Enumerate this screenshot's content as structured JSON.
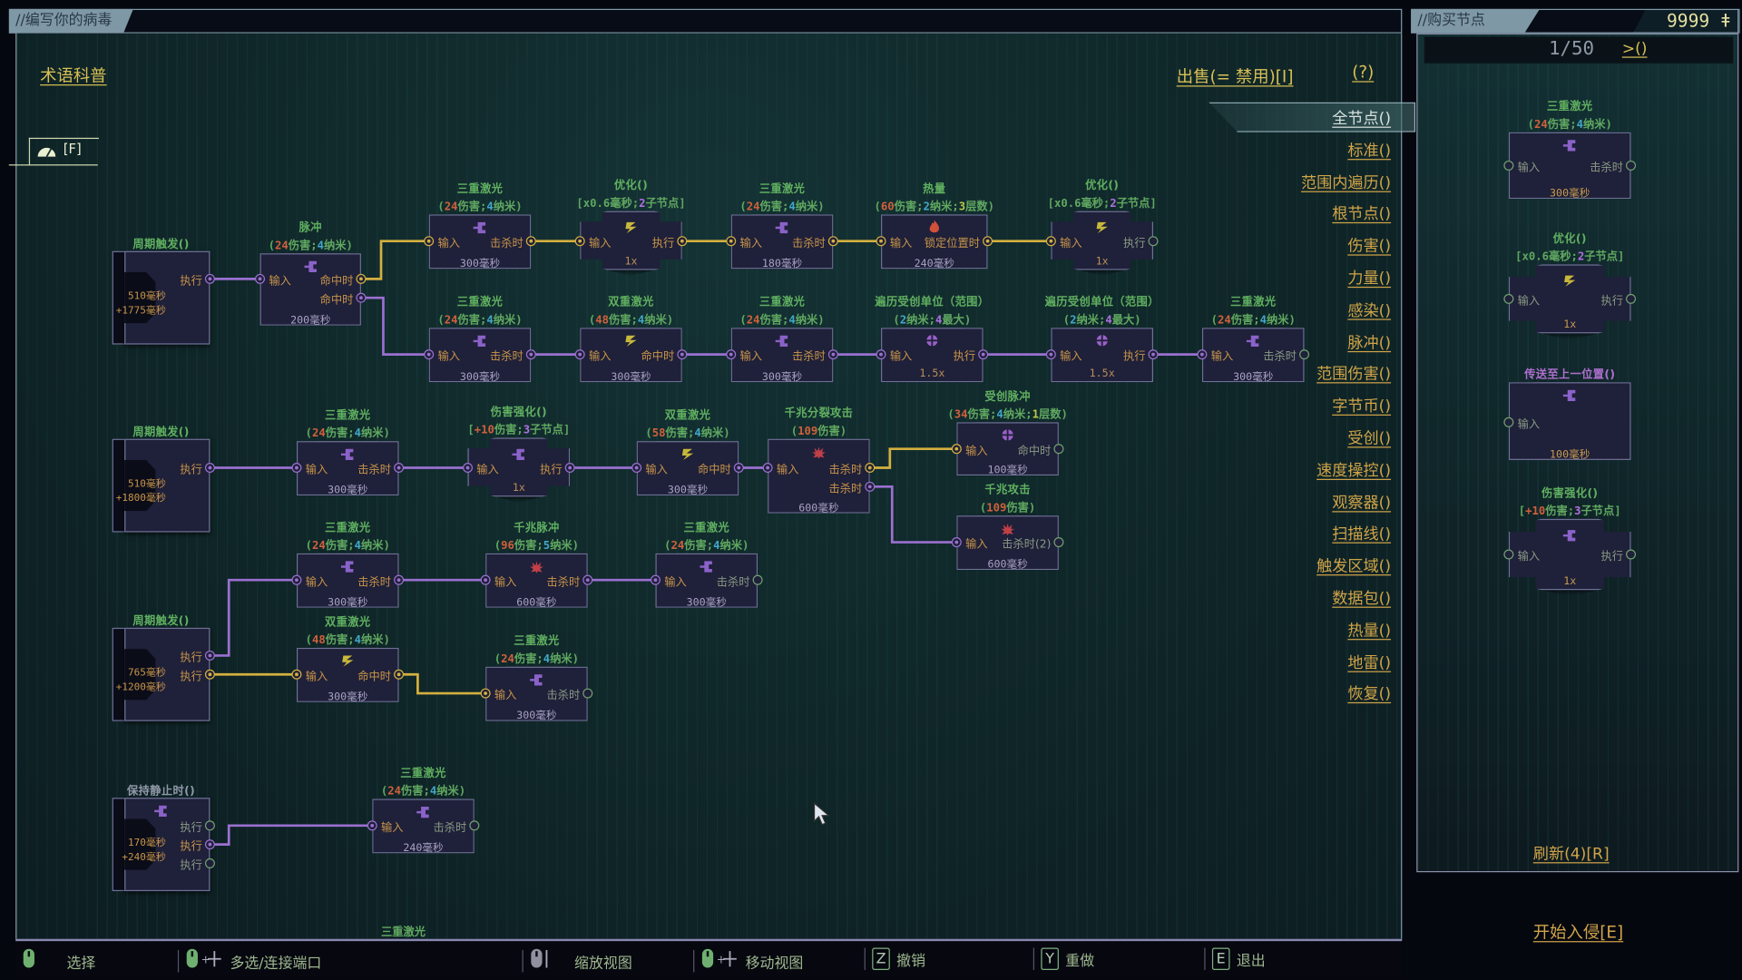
{
  "editor": {
    "tab_title": "//编写你的病毒",
    "glossary_link": "术语科普",
    "sell_link": "出售(= 禁用)[I]",
    "help_link": "(?)",
    "view_toggle_key": "[F]",
    "view_toggle_icon": "gauge-icon"
  },
  "menu": {
    "items": [
      "全节点()",
      "标准()",
      "范围内遍历()",
      "根节点()",
      "伤害()",
      "力量()",
      "感染()",
      "脉冲()",
      "范围伤害()",
      "字节币()",
      "受创()",
      "速度操控()",
      "观察器()",
      "扫描线()",
      "触发区域()",
      "数据包()",
      "热量()",
      "地雷()",
      "恢复()"
    ],
    "active_index": 0
  },
  "canvas": {
    "nodes": [
      {
        "title": "周期触发()",
        "kind": "trigger",
        "outputs": [
          "执行"
        ],
        "values": [
          "510毫秒",
          "+1775毫秒"
        ]
      },
      {
        "title": "脉冲",
        "stats": [
          [
            "(",
            ""
          ],
          [
            "24",
            "d"
          ],
          [
            "伤害;",
            ""
          ],
          [
            "4",
            "n"
          ],
          [
            "纳米)",
            ""
          ]
        ],
        "icon": "split-icon",
        "inputs": [
          "输入"
        ],
        "outputs": [
          "命中时",
          "命中时"
        ],
        "value": "200毫秒"
      },
      {
        "title": "三重激光",
        "stats": [
          [
            "(",
            ""
          ],
          [
            "24",
            "d"
          ],
          [
            "伤害;",
            ""
          ],
          [
            "4",
            "n"
          ],
          [
            "纳米)",
            ""
          ]
        ],
        "icon": "split-icon",
        "inputs": [
          "输入"
        ],
        "outputs": [
          "击杀时"
        ],
        "value": "300毫秒"
      },
      {
        "title": "优化()",
        "stats": [
          [
            "[x0.6毫秒;",
            ""
          ],
          [
            "2",
            "c"
          ],
          [
            "子节点]",
            ""
          ]
        ],
        "icon": "bolt-icon",
        "inputs": [
          "输入"
        ],
        "outputs": [
          "执行"
        ],
        "value": "1x"
      },
      {
        "title": "三重激光",
        "stats": [
          [
            "(",
            ""
          ],
          [
            "24",
            "d"
          ],
          [
            "伤害;",
            ""
          ],
          [
            "4",
            "n"
          ],
          [
            "纳米)",
            ""
          ]
        ],
        "icon": "split-icon",
        "inputs": [
          "输入"
        ],
        "outputs": [
          "击杀时"
        ],
        "value": "180毫秒"
      },
      {
        "title": "热量",
        "stats": [
          [
            "(",
            ""
          ],
          [
            "60",
            "d"
          ],
          [
            "伤害;",
            ""
          ],
          [
            "2",
            "n"
          ],
          [
            "纳米;",
            ""
          ],
          [
            "3",
            "l"
          ],
          [
            "层数)",
            ""
          ]
        ],
        "icon": "fire-icon",
        "inputs": [
          "输入"
        ],
        "outputs": [
          "锁定位置时"
        ],
        "value": "240毫秒"
      },
      {
        "title": "优化()",
        "stats": [
          [
            "[x0.6毫秒;",
            ""
          ],
          [
            "2",
            "c"
          ],
          [
            "子节点]",
            ""
          ]
        ],
        "icon": "bolt-icon",
        "inputs": [
          "输入"
        ],
        "outputs": [
          "执行"
        ],
        "value": "1x"
      },
      {
        "title": "三重激光",
        "stats": [
          [
            "(",
            ""
          ],
          [
            "24",
            "d"
          ],
          [
            "伤害;",
            ""
          ],
          [
            "4",
            "n"
          ],
          [
            "纳米)",
            ""
          ]
        ],
        "icon": "split-icon",
        "inputs": [
          "输入"
        ],
        "outputs": [
          "击杀时"
        ],
        "value": "300毫秒"
      },
      {
        "title": "双重激光",
        "stats": [
          [
            "(",
            ""
          ],
          [
            "48",
            "d"
          ],
          [
            "伤害;",
            ""
          ],
          [
            "4",
            "n"
          ],
          [
            "纳米)",
            ""
          ]
        ],
        "icon": "bolt-icon",
        "inputs": [
          "输入"
        ],
        "outputs": [
          "命中时"
        ],
        "value": "300毫秒"
      },
      {
        "title": "三重激光",
        "stats": [
          [
            "(",
            ""
          ],
          [
            "24",
            "d"
          ],
          [
            "伤害;",
            ""
          ],
          [
            "4",
            "n"
          ],
          [
            "纳米)",
            ""
          ]
        ],
        "icon": "split-icon",
        "inputs": [
          "输入"
        ],
        "outputs": [
          "击杀时"
        ],
        "value": "300毫秒"
      },
      {
        "title": "遍历受创单位（范围）",
        "stats": [
          [
            "(",
            ""
          ],
          [
            "2",
            "n"
          ],
          [
            "纳米;",
            ""
          ],
          [
            "4",
            "c"
          ],
          [
            "最大)",
            ""
          ]
        ],
        "icon": "target-icon",
        "inputs": [
          "输入"
        ],
        "outputs": [
          "执行"
        ],
        "value": "1.5x"
      },
      {
        "title": "遍历受创单位（范围）",
        "stats": [
          [
            "(",
            ""
          ],
          [
            "2",
            "n"
          ],
          [
            "纳米;",
            ""
          ],
          [
            "4",
            "c"
          ],
          [
            "最大)",
            ""
          ]
        ],
        "icon": "target-icon",
        "inputs": [
          "输入"
        ],
        "outputs": [
          "执行"
        ],
        "value": "1.5x"
      },
      {
        "title": "三重激光",
        "stats": [
          [
            "(",
            ""
          ],
          [
            "24",
            "d"
          ],
          [
            "伤害;",
            ""
          ],
          [
            "4",
            "n"
          ],
          [
            "纳米)",
            ""
          ]
        ],
        "icon": "split-icon",
        "inputs": [
          "输入"
        ],
        "outputs": [
          "击杀时"
        ],
        "value": "300毫秒"
      },
      {
        "title": "周期触发()",
        "kind": "trigger",
        "outputs": [
          "执行"
        ],
        "values": [
          "510毫秒",
          "+1800毫秒"
        ]
      },
      {
        "title": "三重激光",
        "stats": [
          [
            "(",
            ""
          ],
          [
            "24",
            "d"
          ],
          [
            "伤害;",
            ""
          ],
          [
            "4",
            "n"
          ],
          [
            "纳米)",
            ""
          ]
        ],
        "icon": "split-icon",
        "inputs": [
          "输入"
        ],
        "outputs": [
          "击杀时"
        ],
        "value": "300毫秒"
      },
      {
        "title": "伤害强化()",
        "stats": [
          [
            "[",
            ""
          ],
          [
            "+10",
            "d"
          ],
          [
            "伤害;",
            ""
          ],
          [
            "3",
            "c"
          ],
          [
            "子节点]",
            ""
          ]
        ],
        "icon": "split-icon",
        "inputs": [
          "输入"
        ],
        "outputs": [
          "执行"
        ],
        "value": "1x"
      },
      {
        "title": "双重激光",
        "stats": [
          [
            "(",
            ""
          ],
          [
            "58",
            "d"
          ],
          [
            "伤害;",
            ""
          ],
          [
            "4",
            "n"
          ],
          [
            "纳米)",
            ""
          ]
        ],
        "icon": "bolt-icon",
        "inputs": [
          "输入"
        ],
        "outputs": [
          "命中时"
        ],
        "value": "300毫秒"
      },
      {
        "title": "千兆分裂攻击",
        "stats": [
          [
            "(",
            ""
          ],
          [
            "109",
            "d"
          ],
          [
            "伤害)",
            ""
          ]
        ],
        "icon": "burst-icon",
        "inputs": [
          "输入"
        ],
        "outputs": [
          "击杀时",
          "击杀时"
        ],
        "value": "600毫秒"
      },
      {
        "title": "受创脉冲",
        "stats": [
          [
            "(",
            ""
          ],
          [
            "34",
            "d"
          ],
          [
            "伤害;",
            ""
          ],
          [
            "4",
            "n"
          ],
          [
            "纳米;",
            ""
          ],
          [
            "1",
            "l"
          ],
          [
            "层数)",
            ""
          ]
        ],
        "icon": "target-icon",
        "inputs": [
          "输入"
        ],
        "outputs": [
          "命中时"
        ],
        "value": "100毫秒"
      },
      {
        "title": "千兆攻击",
        "stats": [
          [
            "(",
            ""
          ],
          [
            "109",
            "d"
          ],
          [
            "伤害)",
            ""
          ]
        ],
        "icon": "burst-icon",
        "inputs": [
          "输入"
        ],
        "outputs": [
          "击杀时(2)"
        ],
        "value": "600毫秒"
      },
      {
        "title": "周期触发()",
        "kind": "trigger",
        "outputs": [
          "执行",
          "执行"
        ],
        "values": [
          "765毫秒",
          "+1200毫秒"
        ]
      },
      {
        "title": "三重激光",
        "stats": [
          [
            "(",
            ""
          ],
          [
            "24",
            "d"
          ],
          [
            "伤害;",
            ""
          ],
          [
            "4",
            "n"
          ],
          [
            "纳米)",
            ""
          ]
        ],
        "icon": "split-icon",
        "inputs": [
          "输入"
        ],
        "outputs": [
          "击杀时"
        ],
        "value": "300毫秒"
      },
      {
        "title": "千兆脉冲",
        "stats": [
          [
            "(",
            ""
          ],
          [
            "96",
            "d"
          ],
          [
            "伤害;",
            ""
          ],
          [
            "5",
            "n"
          ],
          [
            "纳米)",
            ""
          ]
        ],
        "icon": "burst-icon",
        "inputs": [
          "输入"
        ],
        "outputs": [
          "击杀时"
        ],
        "value": "600毫秒"
      },
      {
        "title": "三重激光",
        "stats": [
          [
            "(",
            ""
          ],
          [
            "24",
            "d"
          ],
          [
            "伤害;",
            ""
          ],
          [
            "4",
            "n"
          ],
          [
            "纳米)",
            ""
          ]
        ],
        "icon": "split-icon",
        "inputs": [
          "输入"
        ],
        "outputs": [
          "击杀时"
        ],
        "value": "300毫秒"
      },
      {
        "title": "双重激光",
        "stats": [
          [
            "(",
            ""
          ],
          [
            "48",
            "d"
          ],
          [
            "伤害;",
            ""
          ],
          [
            "4",
            "n"
          ],
          [
            "纳米)",
            ""
          ]
        ],
        "icon": "bolt-icon",
        "inputs": [
          "输入"
        ],
        "outputs": [
          "命中时"
        ],
        "value": "300毫秒"
      },
      {
        "title": "三重激光",
        "stats": [
          [
            "(",
            ""
          ],
          [
            "24",
            "d"
          ],
          [
            "伤害;",
            ""
          ],
          [
            "4",
            "n"
          ],
          [
            "纳米)",
            ""
          ]
        ],
        "icon": "split-icon",
        "inputs": [
          "输入"
        ],
        "outputs": [
          "击杀时"
        ],
        "value": "300毫秒"
      },
      {
        "title": "保持静止时()",
        "kind": "trigger",
        "icon": "split-icon",
        "outputs": [
          "执行",
          "执行",
          "执行"
        ],
        "values": [
          "170毫秒",
          "+240毫秒"
        ]
      },
      {
        "title": "三重激光",
        "stats": [
          [
            "(",
            ""
          ],
          [
            "24",
            "d"
          ],
          [
            "伤害;",
            ""
          ],
          [
            "4",
            "n"
          ],
          [
            "纳米)",
            ""
          ]
        ],
        "icon": "split-icon",
        "inputs": [
          "输入"
        ],
        "outputs": [
          "击杀时"
        ],
        "value": "240毫秒"
      }
    ],
    "partial_title": "三重激光"
  },
  "shop": {
    "tab_title": "//购买节点",
    "currency": "9999 ǂ",
    "page": "1/50",
    "next_link": ">()",
    "items": [
      {
        "title": "三重激光",
        "stats": [
          [
            "(",
            ""
          ],
          [
            "24",
            "d"
          ],
          [
            "伤害;",
            ""
          ],
          [
            "4",
            "n"
          ],
          [
            "纳米)",
            ""
          ]
        ],
        "icon": "split-icon",
        "inputs": [
          "输入"
        ],
        "outputs": [
          "击杀时"
        ],
        "value": "300毫秒"
      },
      {
        "title": "优化()",
        "stats": [
          [
            "[x0.6毫秒;",
            ""
          ],
          [
            "2",
            "c"
          ],
          [
            "子节点]",
            ""
          ]
        ],
        "icon": "bolt-icon",
        "inputs": [
          "输入"
        ],
        "outputs": [
          "执行"
        ],
        "value": "1x"
      },
      {
        "title": "传送至上一位置()",
        "icon": "split-icon",
        "inputs": [
          "输入"
        ],
        "outputs": [],
        "value": "100毫秒"
      },
      {
        "title": "伤害强化()",
        "stats": [
          [
            "[",
            ""
          ],
          [
            "+10",
            "d"
          ],
          [
            "伤害;",
            ""
          ],
          [
            "3",
            "c"
          ],
          [
            "子节点]",
            ""
          ]
        ],
        "icon": "split-icon",
        "inputs": [
          "输入"
        ],
        "outputs": [
          "执行"
        ],
        "value": "1x"
      }
    ],
    "refresh_link": "刷新(4)[R]",
    "start_link": "开始入侵[E]"
  },
  "bottom_bar": {
    "hints": [
      {
        "icon": "mouse-left-icon",
        "label": "选择"
      },
      {
        "icon": "mouse-left-drag-icon",
        "label": "多选/连接端口"
      },
      {
        "icon": "mouse-scroll-icon",
        "label": "缩放视图"
      },
      {
        "icon": "mouse-middle-drag-icon",
        "label": "移动视图"
      },
      {
        "key": "Z",
        "icon": "key-z-icon",
        "label": "撤销"
      },
      {
        "key": "Y",
        "icon": "key-y-icon",
        "label": "重做"
      },
      {
        "key": "E",
        "icon": "key-e-icon",
        "label": "退出"
      }
    ]
  },
  "colors": {
    "wire_yellow": "#d4b040",
    "wire_purple": "#9a70d0",
    "port_free": "#6fa070",
    "accent": "#d7bf55"
  }
}
